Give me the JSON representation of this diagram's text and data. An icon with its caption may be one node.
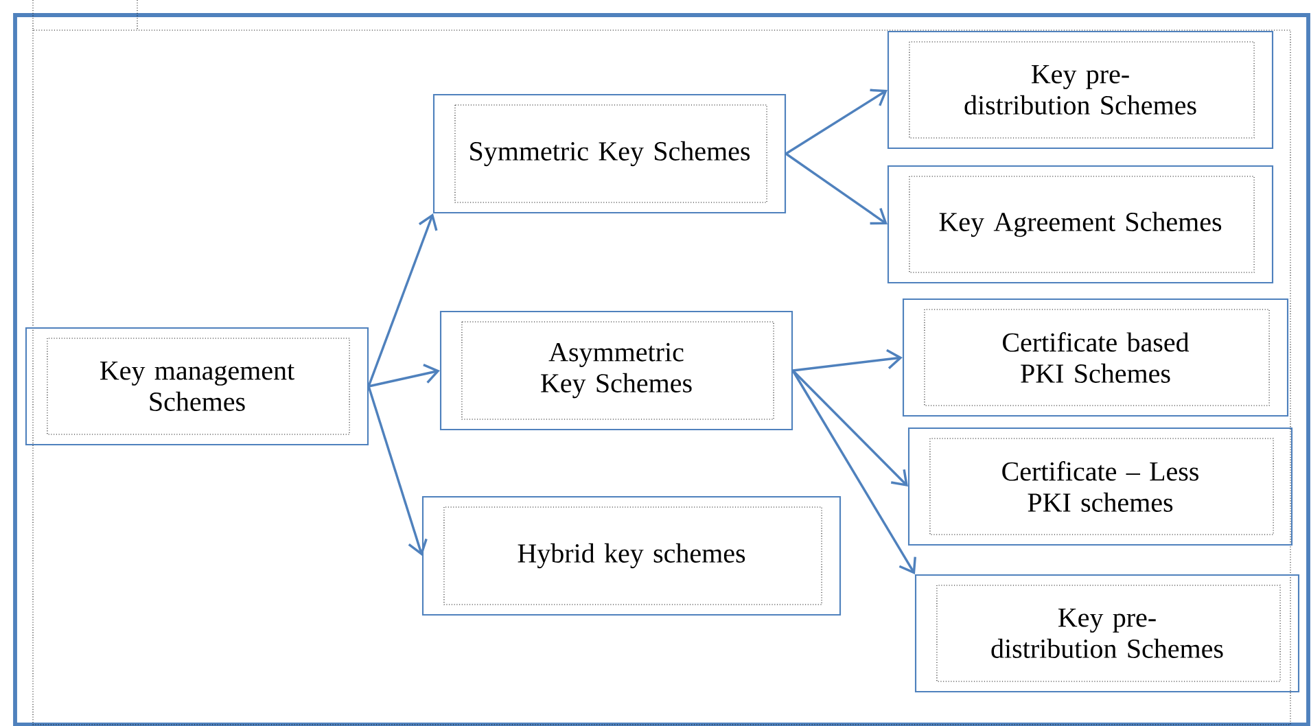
{
  "diagram": {
    "nodes": [
      {
        "text": [
          "Key management Schemes"
        ]
      },
      {
        "text": [
          "Symmetric Key Schemes"
        ]
      },
      {
        "text": [
          "Asymmetric Key Schemes"
        ]
      },
      {
        "text": [
          "Hybrid key schemes"
        ]
      },
      {
        "text": [
          "Key pre-distribution Schemes"
        ]
      },
      {
        "text": [
          "Key Agreement Schemes"
        ]
      },
      {
        "text": [
          "Certificate based PKI Schemes"
        ]
      },
      {
        "text": [
          "Certificate – Less PKI schemes"
        ]
      },
      {
        "text": [
          "Key pre-distribution Schemes"
        ]
      }
    ],
    "edges": [
      {
        "from": 0,
        "to": 1,
        "arrow": "to"
      },
      {
        "from": 0,
        "to": 2,
        "arrow": "to"
      },
      {
        "from": 0,
        "to": 3,
        "arrow": "to"
      },
      {
        "from": 1,
        "to": 4,
        "arrow": "to"
      },
      {
        "from": 1,
        "to": 5,
        "arrow": "to"
      },
      {
        "from": 2,
        "to": 6,
        "arrow": "to"
      },
      {
        "from": 2,
        "to": 7,
        "arrow": "to"
      },
      {
        "from": 2,
        "to": 8,
        "arrow": "to"
      }
    ]
  }
}
